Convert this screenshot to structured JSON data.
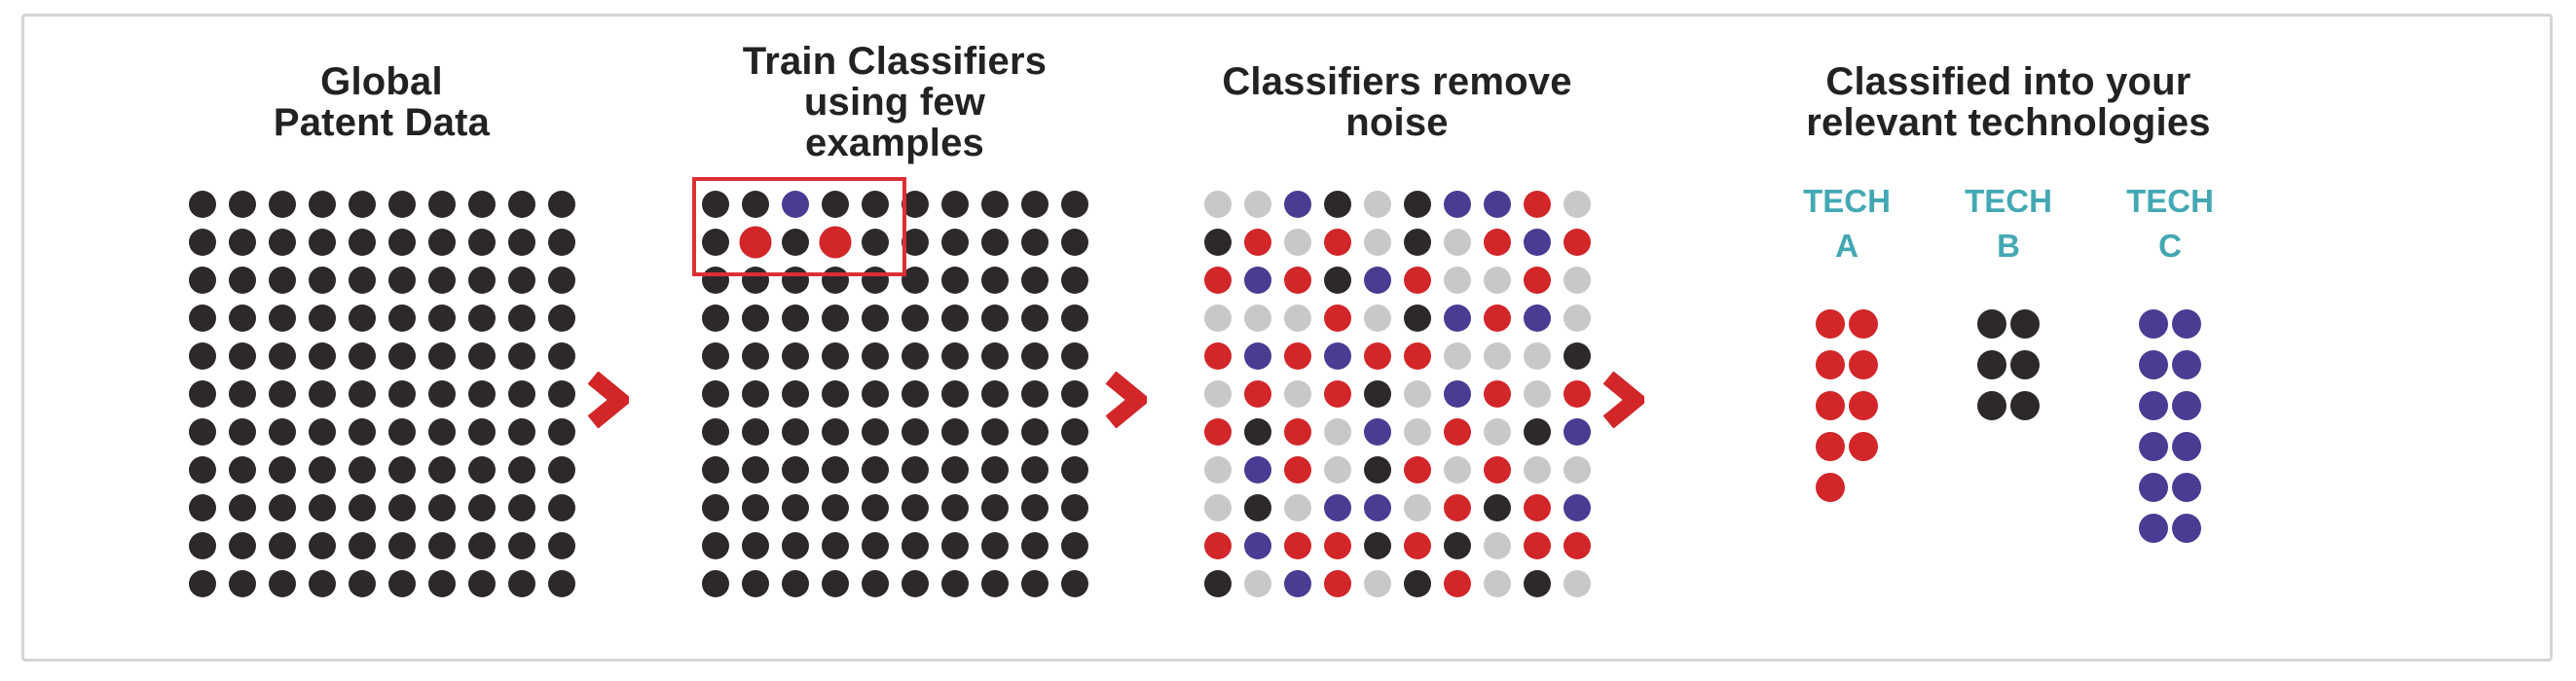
{
  "palette": {
    "d": "#2d292b",
    "r": "#d22629",
    "p": "#4b3b92",
    "g": "#c8c8ca"
  },
  "palette_names": {
    "d": "dark",
    "r": "red",
    "p": "purple",
    "g": "gray"
  },
  "accent": {
    "teal": "#44a8b4",
    "arrow": "#d22629",
    "highlight": "#dc2f33",
    "border": "#d3d5d8",
    "title": "#242122"
  },
  "panels": {
    "global": {
      "title_lines": [
        "Global",
        "Patent Data"
      ],
      "grid_rows": [
        "dddddddddd",
        "dddddddddd",
        "dddddddddd",
        "dddddddddd",
        "dddddddddd",
        "dddddddddd",
        "dddddddddd",
        "dddddddddd",
        "dddddddddd",
        "dddddddddd",
        "dddddddddd"
      ]
    },
    "train": {
      "title_lines": [
        "Train Classifiers",
        "using few",
        "examples"
      ],
      "grid_rows": [
        "ddpddddddd",
        "drdrdddddd",
        "dddddddddd",
        "dddddddddd",
        "dddddddddd",
        "dddddddddd",
        "dddddddddd",
        "dddddddddd",
        "dddddddddd",
        "dddddddddd",
        "dddddddddd"
      ],
      "highlight": {
        "rows": 2,
        "cols": 5
      }
    },
    "denoise": {
      "title_lines": [
        "Classifiers remove",
        "noise"
      ],
      "grid_rows": [
        "ggpdgdpprg",
        "drgrgdgrpr",
        "rprdprggrg",
        "gggrgdprpg",
        "rprprrgggd",
        "grgrdgprgr",
        "rdrgpgrgdp",
        "gprgdrgrgg",
        "gdgppgrdrp",
        "rprrdrdgrr",
        "dgprgdrgdg"
      ]
    },
    "classified": {
      "title_lines": [
        "Classified into your",
        "relevant technologies"
      ],
      "techs": [
        {
          "name": "TECH",
          "letter": "A",
          "color": "r",
          "dot_rows": [
            2,
            2,
            2,
            2,
            1
          ]
        },
        {
          "name": "TECH",
          "letter": "B",
          "color": "d",
          "dot_rows": [
            2,
            2,
            2
          ]
        },
        {
          "name": "TECH",
          "letter": "C",
          "color": "p",
          "dot_rows": [
            2,
            2,
            2,
            2,
            2,
            2
          ]
        }
      ]
    }
  }
}
